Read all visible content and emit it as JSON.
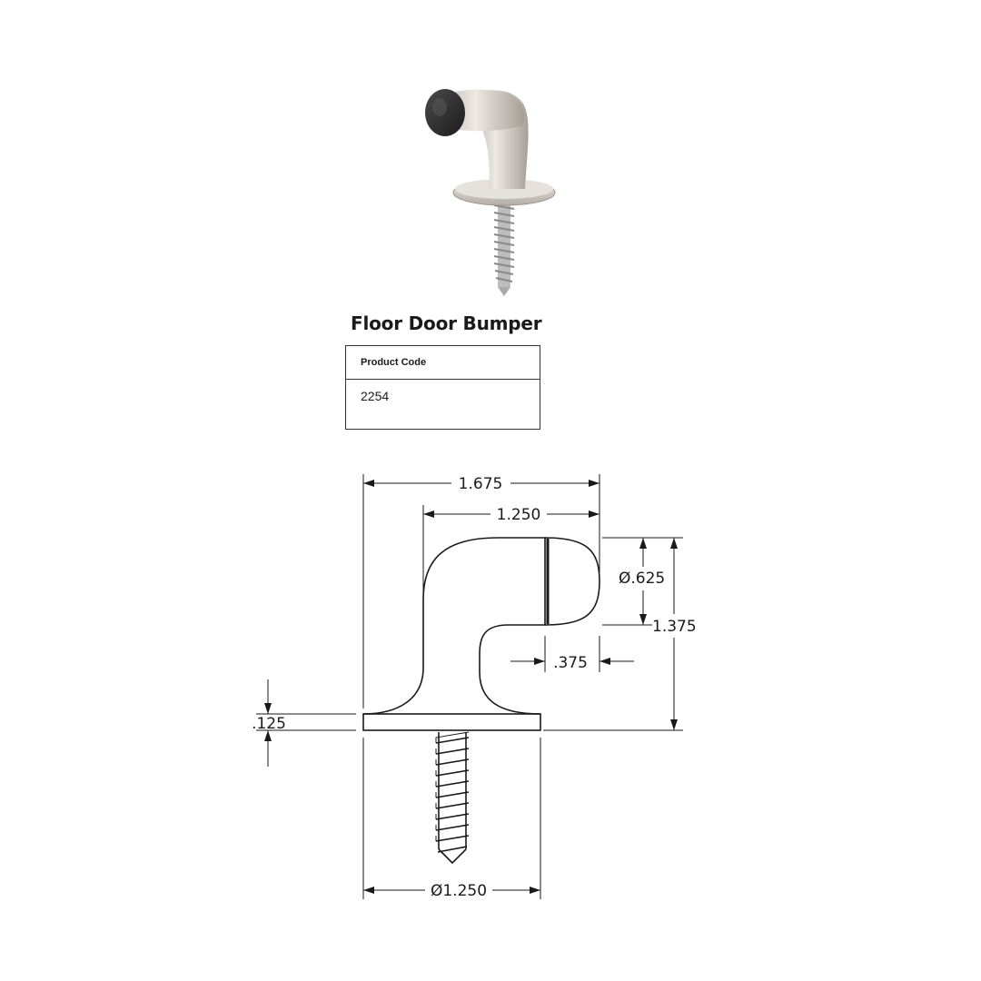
{
  "product": {
    "title": "Floor Door Bumper"
  },
  "spec_table": {
    "header": "Product Code",
    "value": "2254"
  },
  "dimensions": {
    "overall_width": "1.675",
    "arm_width": "1.250",
    "bumper_diameter": "Ø.625",
    "overall_height": "1.375",
    "bumper_length": ".375",
    "base_thickness": ".125",
    "base_diameter": "Ø1.250"
  },
  "colors": {
    "line": "#1a1a1a",
    "finish": "#c9c4bd",
    "rubber": "#2b2b2b"
  }
}
